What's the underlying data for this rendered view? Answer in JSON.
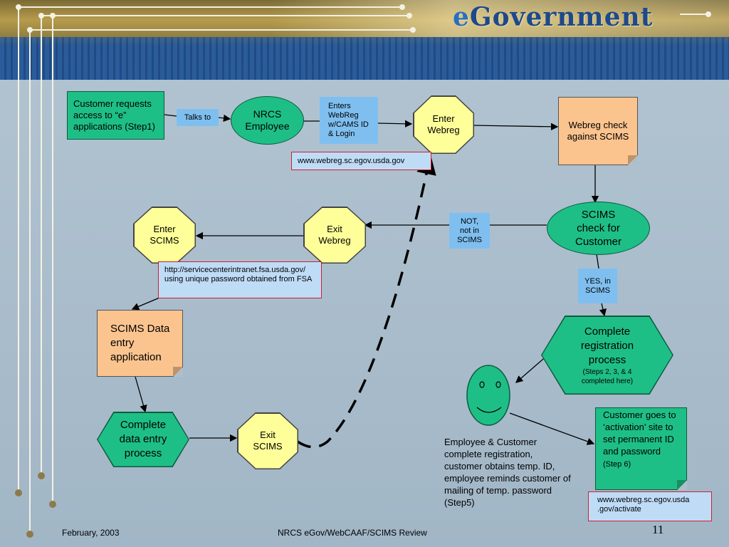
{
  "header": {
    "brand_e": "e",
    "brand_rest": "Government"
  },
  "nodes": {
    "customer_requests": "Customer requests access to “e” applications (Step1)",
    "talks_to": "Talks to",
    "nrcs_employee": "NRCS Employee",
    "enters_webreg": "Enters WebReg w/CAMS ID & Login",
    "enter_webreg": "Enter Webreg",
    "webreg_url": "www.webreg.sc.egov.usda.gov",
    "webreg_check": "Webreg check against SCIMS",
    "scims_check": "SCIMS check for Customer",
    "not_in_scims": "NOT, not in SCIMS",
    "exit_webreg": "Exit Webreg",
    "enter_scims": "Enter SCIMS",
    "servicecenter_url": "http://servicecenterintranet.fsa.usda.gov/ using unique password obtained from FSA",
    "yes_in_scims": "YES, in SCIMS",
    "scims_data_entry": "SCIMS Data entry application",
    "complete_registration": "Complete registration process",
    "complete_registration_steps": "(Steps 2, 3, & 4 completed here)",
    "complete_data_entry": "Complete data entry process",
    "exit_scims": "Exit SCIMS",
    "employee_customer_note": "Employee & Customer complete registration, customer obtains temp. ID,  employee reminds customer of mailing of temp.  password (Step5)",
    "customer_activation": "Customer goes to ‘activation’ site to set permanent ID and password",
    "customer_activation_step": "(Step 6)",
    "activate_url": "www.webreg.sc.egov.usda .gov/activate"
  },
  "footer": {
    "date": "February, 2003",
    "title": "NRCS eGov/WebCAAF/SCIMS Review",
    "page": "11"
  },
  "colors": {
    "green": "#1ebf86",
    "yellow": "#ffff99",
    "orange": "#fbc48f",
    "blue_label": "#7fbff0",
    "url_border": "#d01f2f"
  }
}
